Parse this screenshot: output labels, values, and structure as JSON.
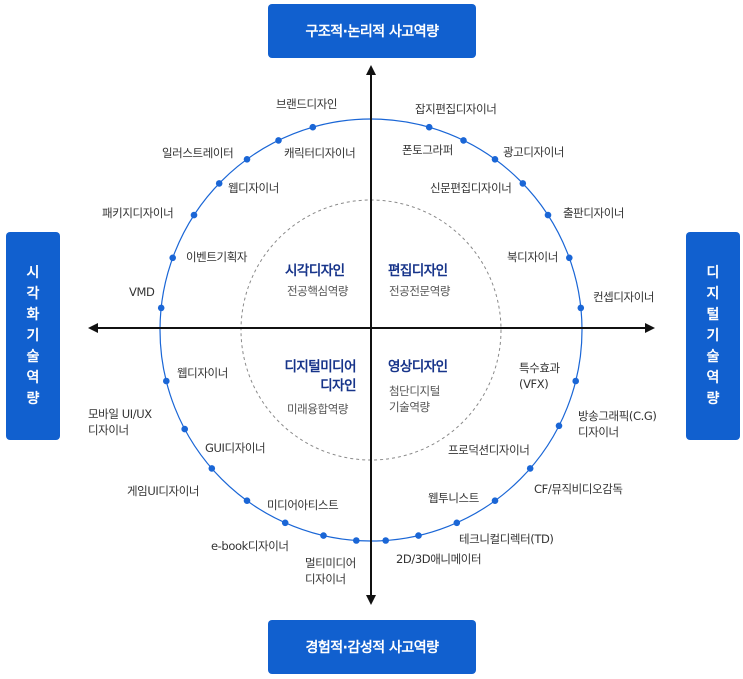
{
  "axes": {
    "top": "구조적·논리적 사고역량",
    "bottom": "경험적·감성적 사고역량",
    "left": [
      "시",
      "각",
      "화",
      "기",
      "술",
      "역",
      "량"
    ],
    "right": [
      "디",
      "지",
      "털",
      "기",
      "술",
      "역",
      "량"
    ]
  },
  "quadrants": {
    "top_left": {
      "title": "시각디자인",
      "subtitle": "전공핵심역량"
    },
    "top_right": {
      "title": "편집디자인",
      "subtitle": "전공전문역량"
    },
    "bottom_left": {
      "title_line1": "디지털미디어",
      "title_line2": "디자인",
      "subtitle": "미래융합역량"
    },
    "bottom_right": {
      "title": "영상디자인",
      "subtitle_line1": "첨단디지털",
      "subtitle_line2": "기술역량"
    }
  },
  "jobs": {
    "top_left": [
      "브랜드디자인",
      "캐릭터디자이너",
      "일러스트레이터",
      "웹디자이너",
      "패키지디자이너",
      "이벤트기획자",
      "VMD"
    ],
    "top_right": [
      "잡지편집디자이너",
      "폰토그라퍼",
      "광고디자이너",
      "신문편집디자이너",
      "출판디자이너",
      "북디자이너",
      "컨셉디자이너"
    ],
    "bottom_left": [
      "웹디자이너",
      "모바일 UI/UX",
      "디자이너",
      "GUI디자이너",
      "게임UI디자이너",
      "미디어아티스트",
      "e-book디자이너",
      "멀티미디어",
      "디자이너"
    ],
    "bottom_right": [
      "특수효과",
      "(VFX)",
      "방송그래픽(C.G)",
      "디자이너",
      "프로덕션디자이너",
      "CF/뮤직비디오감독",
      "웹투니스트",
      "테크니컬디렉터(TD)",
      "2D/3D애니메이터"
    ]
  },
  "colors": {
    "accent": "#1160cf",
    "circle": "#1a66d6",
    "title": "#17348a"
  }
}
